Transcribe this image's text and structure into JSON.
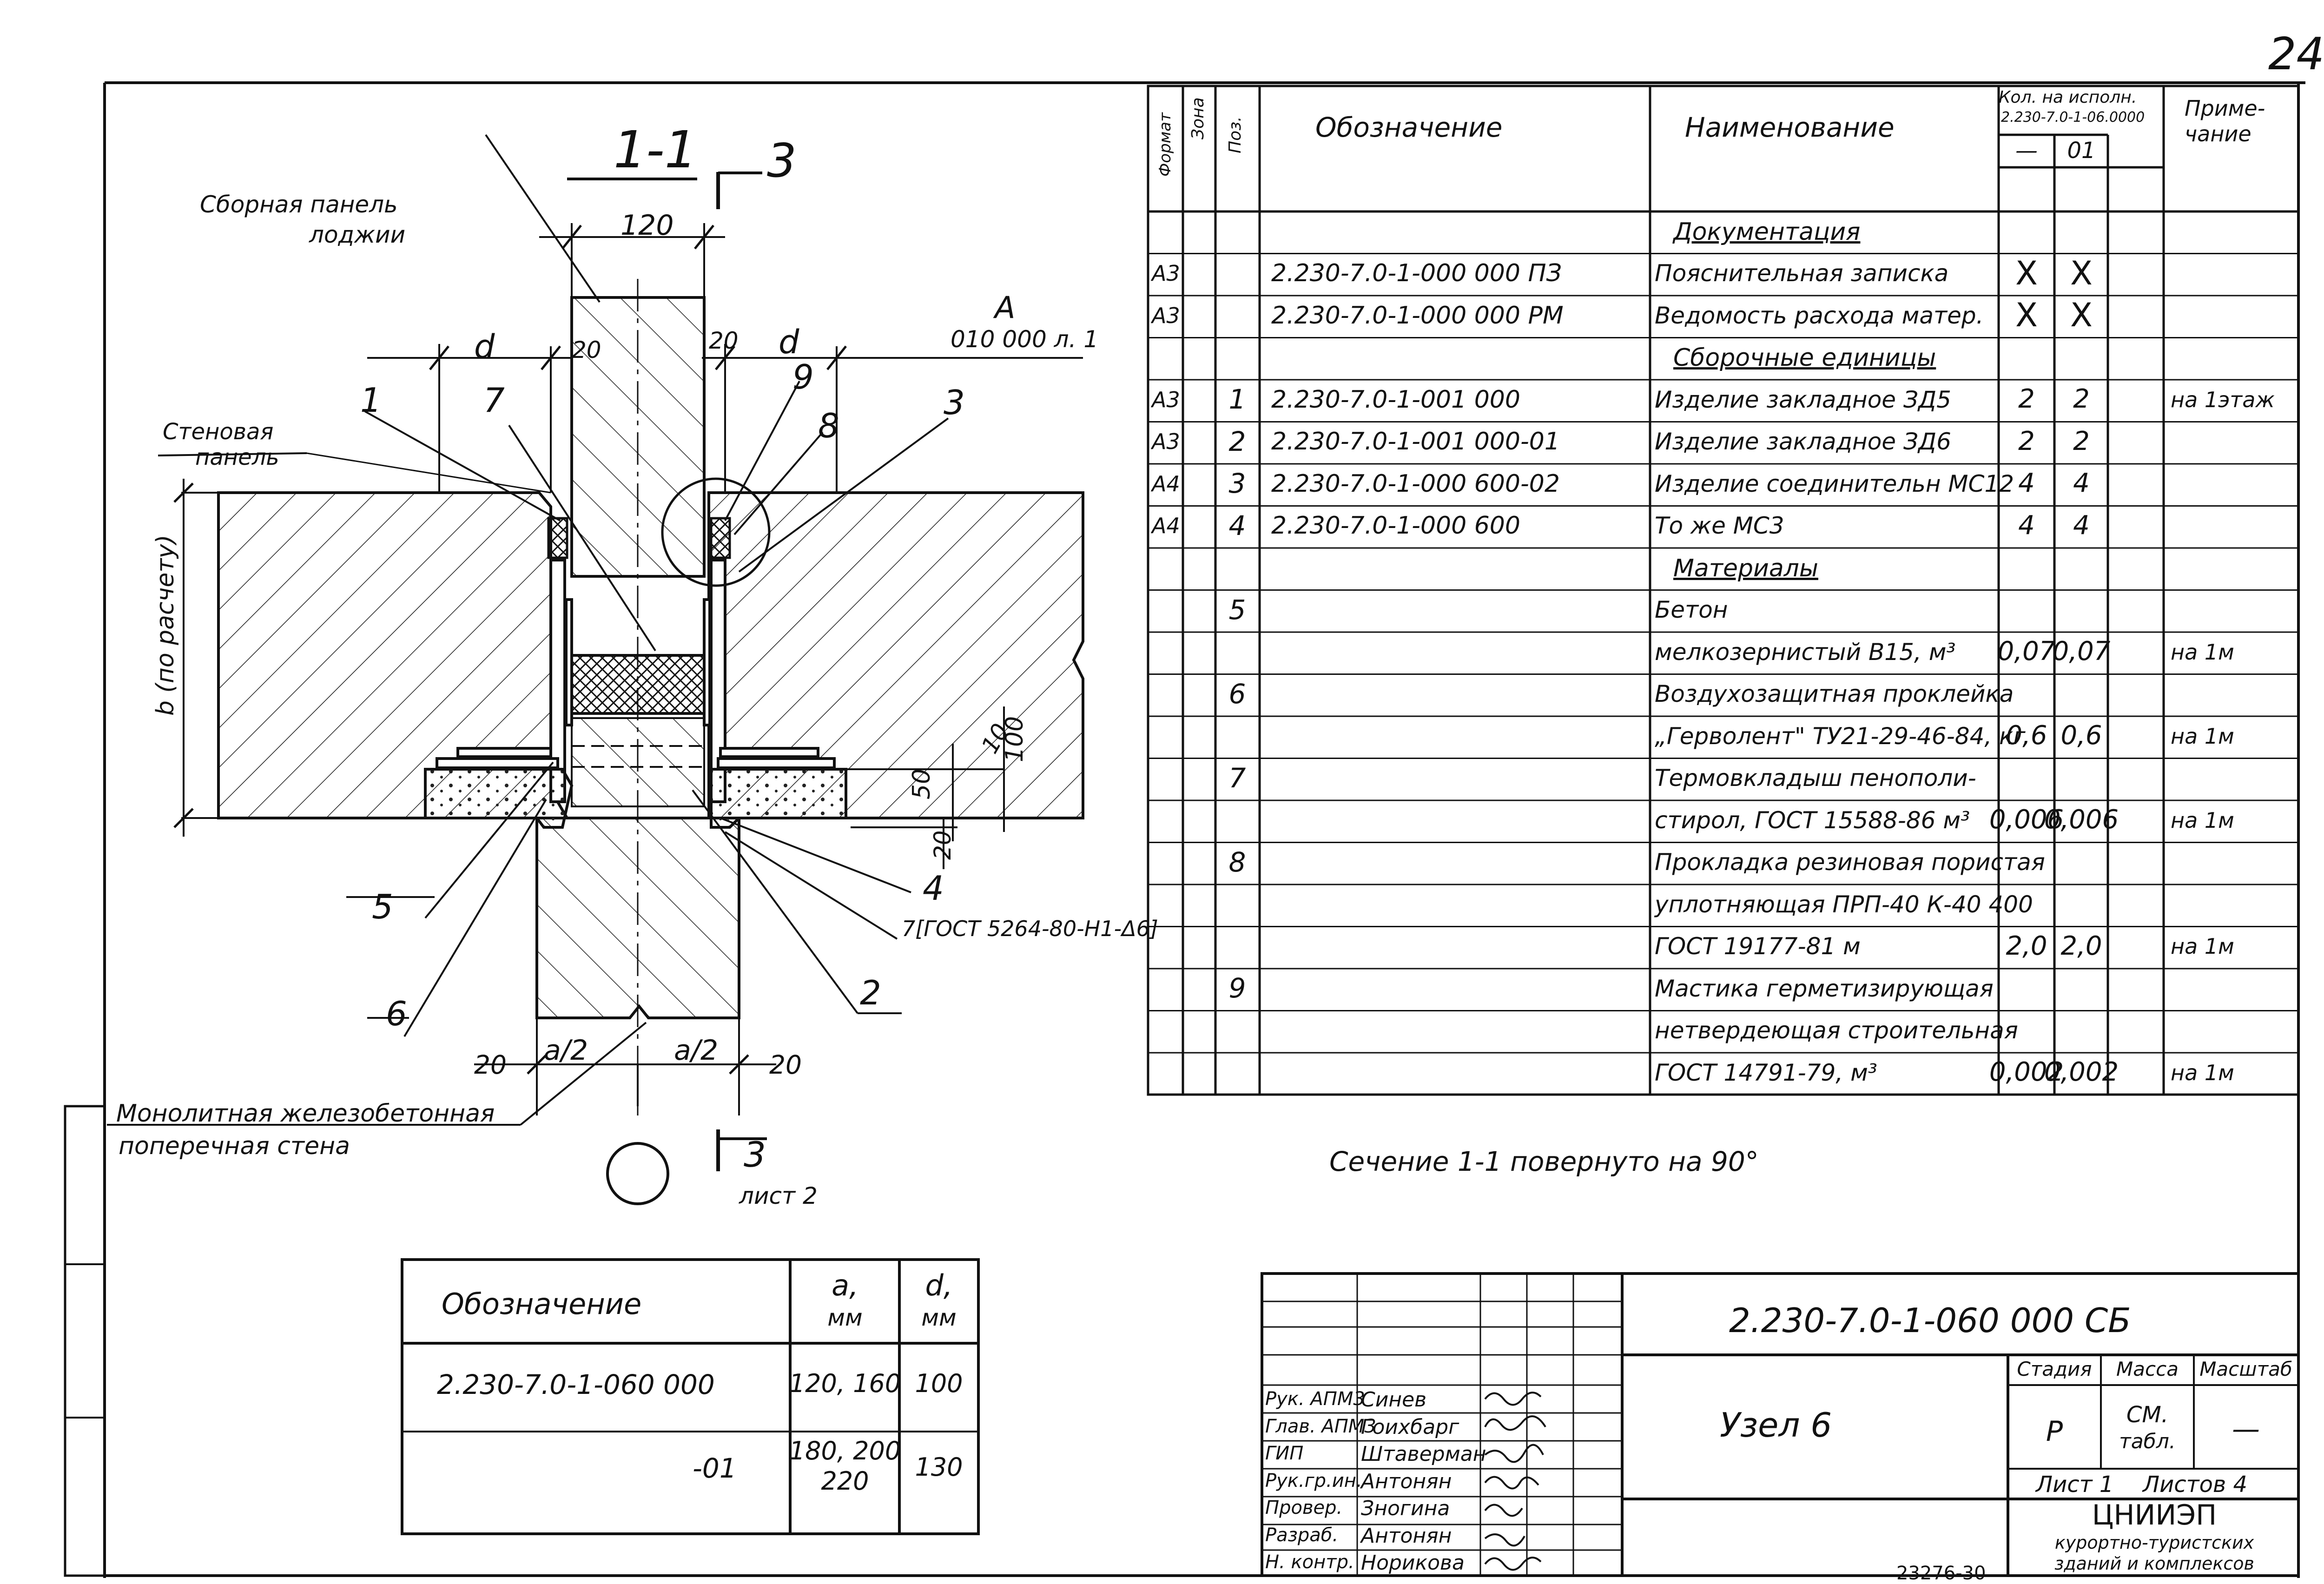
{
  "sheet_number": "24",
  "footer_code": "23276-30",
  "drawing": {
    "section_title": "1-1",
    "section_mark_top": "3",
    "section_mark_bottom": "3",
    "section_mark_bottom_sheet": "лист 2",
    "dims": {
      "top_120": "120",
      "d_left": "d",
      "d_right": "d",
      "gap_left": "20",
      "gap_right": "20",
      "b_vertical": "b (по расчету)",
      "dim_10": "10",
      "dim_100": "100",
      "dim_50": "50",
      "dim_20": "20",
      "bottom_20_left": "20",
      "bottom_a2_left": "a/2",
      "bottom_a2_right": "a/2",
      "bottom_20_right": "20"
    },
    "labels": {
      "panel_loggia": [
        "Сборная панель",
        "лоджии"
      ],
      "wall_panel": [
        "Стеновая",
        "панель"
      ],
      "detail_a": [
        "A",
        "010 000 л. 1"
      ],
      "gost_ref": "7[ГОСТ 5264-80-Н1-Δ6]",
      "monolith_wall": [
        "Монолитная железобетонная",
        "поперечная стена"
      ]
    },
    "positions": [
      "1",
      "7",
      "9",
      "8",
      "3",
      "4",
      "2",
      "5",
      "6"
    ],
    "rotation_note": "Сечение 1-1 повернуто на 90°"
  },
  "spec_table": {
    "headers": {
      "format": "Формат",
      "zone": "Зона",
      "pos": "Поз.",
      "designation": "Обозначение",
      "name": "Наименование",
      "qty_group": [
        "Кол. на исполн.",
        "2.230-7.0-1-06.0000"
      ],
      "qty_dash": "—",
      "qty_01": "01",
      "note": [
        "Приме-",
        "чание"
      ]
    },
    "rows": [
      {
        "f": "",
        "z": "",
        "p": "",
        "d": "",
        "n": "Документация",
        "q1": "",
        "q2": "",
        "note": "",
        "hdr": true
      },
      {
        "f": "А3",
        "z": "",
        "p": "",
        "d": "2.230-7.0-1-000 000   ПЗ",
        "n": "Пояснительная записка",
        "q1": "X",
        "q2": "X",
        "note": ""
      },
      {
        "f": "А3",
        "z": "",
        "p": "",
        "d": "2.230-7.0-1-000 000   РМ",
        "n": "Ведомость расхода матер.",
        "q1": "X",
        "q2": "X",
        "note": ""
      },
      {
        "f": "",
        "z": "",
        "p": "",
        "d": "",
        "n": "Сборочные единицы",
        "q1": "",
        "q2": "",
        "note": "",
        "hdr": true
      },
      {
        "f": "А3",
        "z": "",
        "p": "1",
        "d": "2.230-7.0-1-001 000",
        "n": "Изделие закладное ЗД5",
        "q1": "2",
        "q2": "2",
        "note": "на 1этаж"
      },
      {
        "f": "А3",
        "z": "",
        "p": "2",
        "d": "2.230-7.0-1-001 000-01",
        "n": "Изделие закладное ЗД6",
        "q1": "2",
        "q2": "2",
        "note": ""
      },
      {
        "f": "А4",
        "z": "",
        "p": "3",
        "d": "2.230-7.0-1-000 600-02",
        "n": "Изделие соединительн МС12",
        "q1": "4",
        "q2": "4",
        "note": ""
      },
      {
        "f": "А4",
        "z": "",
        "p": "4",
        "d": "2.230-7.0-1-000 600",
        "n": "То же                МС3",
        "q1": "4",
        "q2": "4",
        "note": ""
      },
      {
        "f": "",
        "z": "",
        "p": "",
        "d": "",
        "n": "Материалы",
        "q1": "",
        "q2": "",
        "note": "",
        "hdr": true
      },
      {
        "f": "",
        "z": "",
        "p": "5",
        "d": "",
        "n": "Бетон",
        "q1": "",
        "q2": "",
        "note": ""
      },
      {
        "f": "",
        "z": "",
        "p": "",
        "d": "",
        "n": "мелкозернистый В15, м³",
        "q1": "0,07",
        "q2": "0,07",
        "note": "на 1м"
      },
      {
        "f": "",
        "z": "",
        "p": "6",
        "d": "",
        "n": "Воздухозащитная проклейка",
        "q1": "",
        "q2": "",
        "note": ""
      },
      {
        "f": "",
        "z": "",
        "p": "",
        "d": "",
        "n": "„Герволент\" ТУ21-29-46-84, кг",
        "q1": "0,6",
        "q2": "0,6",
        "note": "на 1м"
      },
      {
        "f": "",
        "z": "",
        "p": "7",
        "d": "",
        "n": "Термовкладыш пенополи-",
        "q1": "",
        "q2": "",
        "note": ""
      },
      {
        "f": "",
        "z": "",
        "p": "",
        "d": "",
        "n": "стирол, ГОСТ 15588-86  м³",
        "q1": "0,006",
        "q2": "0,006",
        "note": "на 1м"
      },
      {
        "f": "",
        "z": "",
        "p": "8",
        "d": "",
        "n": "Прокладка резиновая пористая",
        "q1": "",
        "q2": "",
        "note": ""
      },
      {
        "f": "",
        "z": "",
        "p": "",
        "d": "",
        "n": "уплотняющая ПРП-40 К-40 400",
        "q1": "",
        "q2": "",
        "note": ""
      },
      {
        "f": "",
        "z": "",
        "p": "",
        "d": "",
        "n": "ГОСТ 19177-81          м",
        "q1": "2,0",
        "q2": "2,0",
        "note": "на 1м"
      },
      {
        "f": "",
        "z": "",
        "p": "9",
        "d": "",
        "n": "Мастика герметизирующая",
        "q1": "",
        "q2": "",
        "note": ""
      },
      {
        "f": "",
        "z": "",
        "p": "",
        "d": "",
        "n": "нетвердеющая строительная",
        "q1": "",
        "q2": "",
        "note": ""
      },
      {
        "f": "",
        "z": "",
        "p": "",
        "d": "",
        "n": "ГОСТ 14791-79,        м³",
        "q1": "0,002",
        "q2": "0,002",
        "note": "на 1м"
      }
    ]
  },
  "dim_table": {
    "headers": {
      "designation": "Обозначение",
      "a": [
        "a,",
        "мм"
      ],
      "d": [
        "d,",
        "мм"
      ]
    },
    "rows": [
      {
        "designation": "2.230-7.0-1-060 000",
        "a": [
          "120, 160"
        ],
        "d": "100"
      },
      {
        "designation": "-01",
        "a": [
          "180, 200",
          "220"
        ],
        "d": "130"
      }
    ]
  },
  "title_block": {
    "doc_code": "2.230-7.0-1-060 000  СБ",
    "title": "Узел 6",
    "stage_label": "Стадия",
    "mass_label": "Масса",
    "scale_label": "Масштаб",
    "stage": "Р",
    "mass": [
      "СМ.",
      "табл."
    ],
    "scale": "—",
    "sheet": "Лист 1",
    "sheets": "Листов 4",
    "org": [
      "ЦНИИЭП",
      "курортно-туристских",
      "зданий и комплексов"
    ],
    "people": [
      {
        "role": "Рук. АПМ3",
        "name": "Синев"
      },
      {
        "role": "Глав. АПМ3",
        "name": "Гоихбарг"
      },
      {
        "role": "ГИП",
        "name": "Штаверман"
      },
      {
        "role": "Рук.гр.ин.",
        "name": "Антонян"
      },
      {
        "role": "Провер.",
        "name": "Зногина"
      },
      {
        "role": "Разраб.",
        "name": "Антонян"
      },
      {
        "role": "Н. контр.",
        "name": "Норикова"
      }
    ]
  }
}
